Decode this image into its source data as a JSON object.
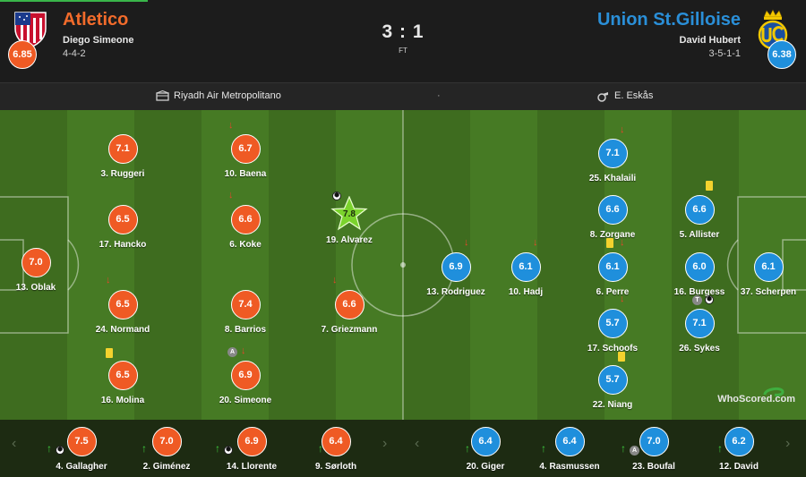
{
  "home": {
    "name": "Atletico",
    "coach": "Diego Simeone",
    "formation": "4-4-2",
    "rating": "6.85",
    "color": "#ef5a24"
  },
  "away": {
    "name": "Union St.Gilloise",
    "coach": "David Hubert",
    "formation": "3-5-1-1",
    "rating": "6.38",
    "color": "#1f8fdc"
  },
  "match": {
    "score": "3 : 1",
    "status": "FT",
    "venue": "Riyadh Air Metropolitano",
    "separator": "·",
    "referee": "E. Eskås"
  },
  "brand": {
    "logo": "WhoScored.com"
  },
  "home_players": [
    {
      "label": "13. Oblak",
      "rating": "7.0"
    },
    {
      "label": "3. Ruggeri",
      "rating": "7.1"
    },
    {
      "label": "17. Hancko",
      "rating": "6.5"
    },
    {
      "label": "24. Normand",
      "rating": "6.5"
    },
    {
      "label": "16. Molina",
      "rating": "6.5"
    },
    {
      "label": "10. Baena",
      "rating": "6.7"
    },
    {
      "label": "6. Koke",
      "rating": "6.6"
    },
    {
      "label": "8. Barrios",
      "rating": "7.4"
    },
    {
      "label": "20. Simeone",
      "rating": "6.9"
    },
    {
      "label": "19. Alvarez",
      "rating": "7.8"
    },
    {
      "label": "7. Griezmann",
      "rating": "6.6"
    }
  ],
  "away_players": [
    {
      "label": "13. Rodriguez",
      "rating": "6.9"
    },
    {
      "label": "10. Hadj",
      "rating": "6.1"
    },
    {
      "label": "25. Khalaili",
      "rating": "7.1"
    },
    {
      "label": "8. Zorgane",
      "rating": "6.6"
    },
    {
      "label": "6. Perre",
      "rating": "6.1"
    },
    {
      "label": "17. Schoofs",
      "rating": "5.7"
    },
    {
      "label": "22. Niang",
      "rating": "5.7"
    },
    {
      "label": "5. Allister",
      "rating": "6.6"
    },
    {
      "label": "16. Burgess",
      "rating": "6.0"
    },
    {
      "label": "26. Sykes",
      "rating": "7.1"
    },
    {
      "label": "37. Scherpen",
      "rating": "6.1"
    }
  ],
  "home_subs": [
    {
      "label": "4. Gallagher",
      "rating": "7.5"
    },
    {
      "label": "2. Giménez",
      "rating": "7.0"
    },
    {
      "label": "14. Llorente",
      "rating": "6.9"
    },
    {
      "label": "9. Sørloth",
      "rating": "6.4"
    }
  ],
  "away_subs": [
    {
      "label": "20. Giger",
      "rating": "6.4"
    },
    {
      "label": "4. Rasmussen",
      "rating": "6.4"
    },
    {
      "label": "23. Boufal",
      "rating": "7.0"
    },
    {
      "label": "12. David",
      "rating": "6.2"
    }
  ],
  "badges": {
    "captain": "A",
    "ot": "T"
  },
  "icons": {
    "stadium": "stadium-icon",
    "whistle": "whistle-icon",
    "goal": "ball-icon",
    "sub_off": "arrow-down-icon",
    "sub_on": "arrow-up-icon"
  }
}
